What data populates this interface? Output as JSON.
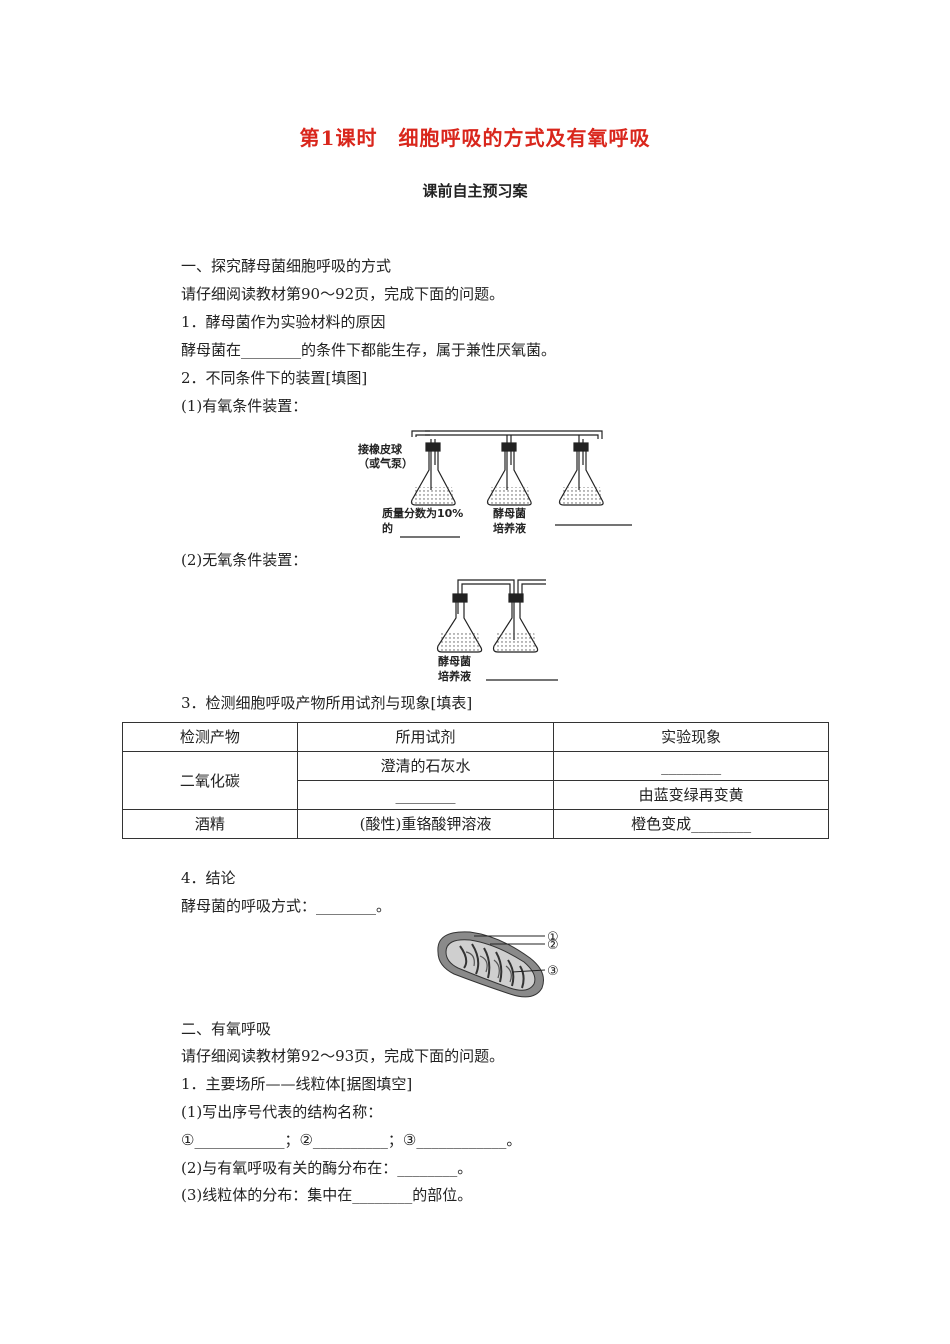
{
  "title": "第1课时　细胞呼吸的方式及有氧呼吸",
  "subtitle": "课前自主预习案",
  "section1": {
    "heading": "一、探究酵母菌细胞呼吸的方式",
    "instruction": "请仔细阅读教材第90～92页，完成下面的问题。",
    "q1_title": "1．酵母菌作为实验材料的原因",
    "q1_text": "酵母菌在________的条件下都能生存，属于兼性厌氧菌。",
    "q2_title": "2．不同条件下的装置[填图]",
    "q2_part1": "(1)有氧条件装置：",
    "fig1": {
      "label_pump_1": "接橡皮球",
      "label_pump_2": "（或气泵）",
      "label_flask1_1": "质量分数为10%",
      "label_flask1_2": "的",
      "label_flask2_1": "酵母菌",
      "label_flask2_2": "培养液"
    },
    "q2_part2": "(2)无氧条件装置：",
    "fig2": {
      "label_1": "酵母菌",
      "label_2": "培养液"
    },
    "q3_title": "3．检测细胞呼吸产物所用试剂与现象[填表]",
    "table": {
      "headers": [
        "检测产物",
        "所用试剂",
        "实验现象"
      ],
      "co2": "二氧化碳",
      "co2_reagent1": "澄清的石灰水",
      "co2_phenomenon1": "________",
      "co2_reagent2": "________",
      "co2_phenomenon2": "由蓝变绿再变黄",
      "alcohol": "酒精",
      "alcohol_reagent": "(酸性)重铬酸钾溶液",
      "alcohol_phenomenon": "橙色变成________"
    },
    "q4_title": "4．结论",
    "q4_text": "酵母菌的呼吸方式：________。"
  },
  "fig3": {
    "label1": "①",
    "label2": "②",
    "label3": "③"
  },
  "section2": {
    "heading": "二、有氧呼吸",
    "instruction": "请仔细阅读教材第92～93页，完成下面的问题。",
    "q1_title": "1．主要场所——线粒体[据图填空]",
    "q1_part1": "(1)写出序号代表的结构名称：",
    "q1_blanks": "①____________；②__________；③____________。",
    "q1_part2": "(2)与有氧呼吸有关的酶分布在：________。",
    "q1_part3": "(3)线粒体的分布：集中在________的部位。"
  }
}
